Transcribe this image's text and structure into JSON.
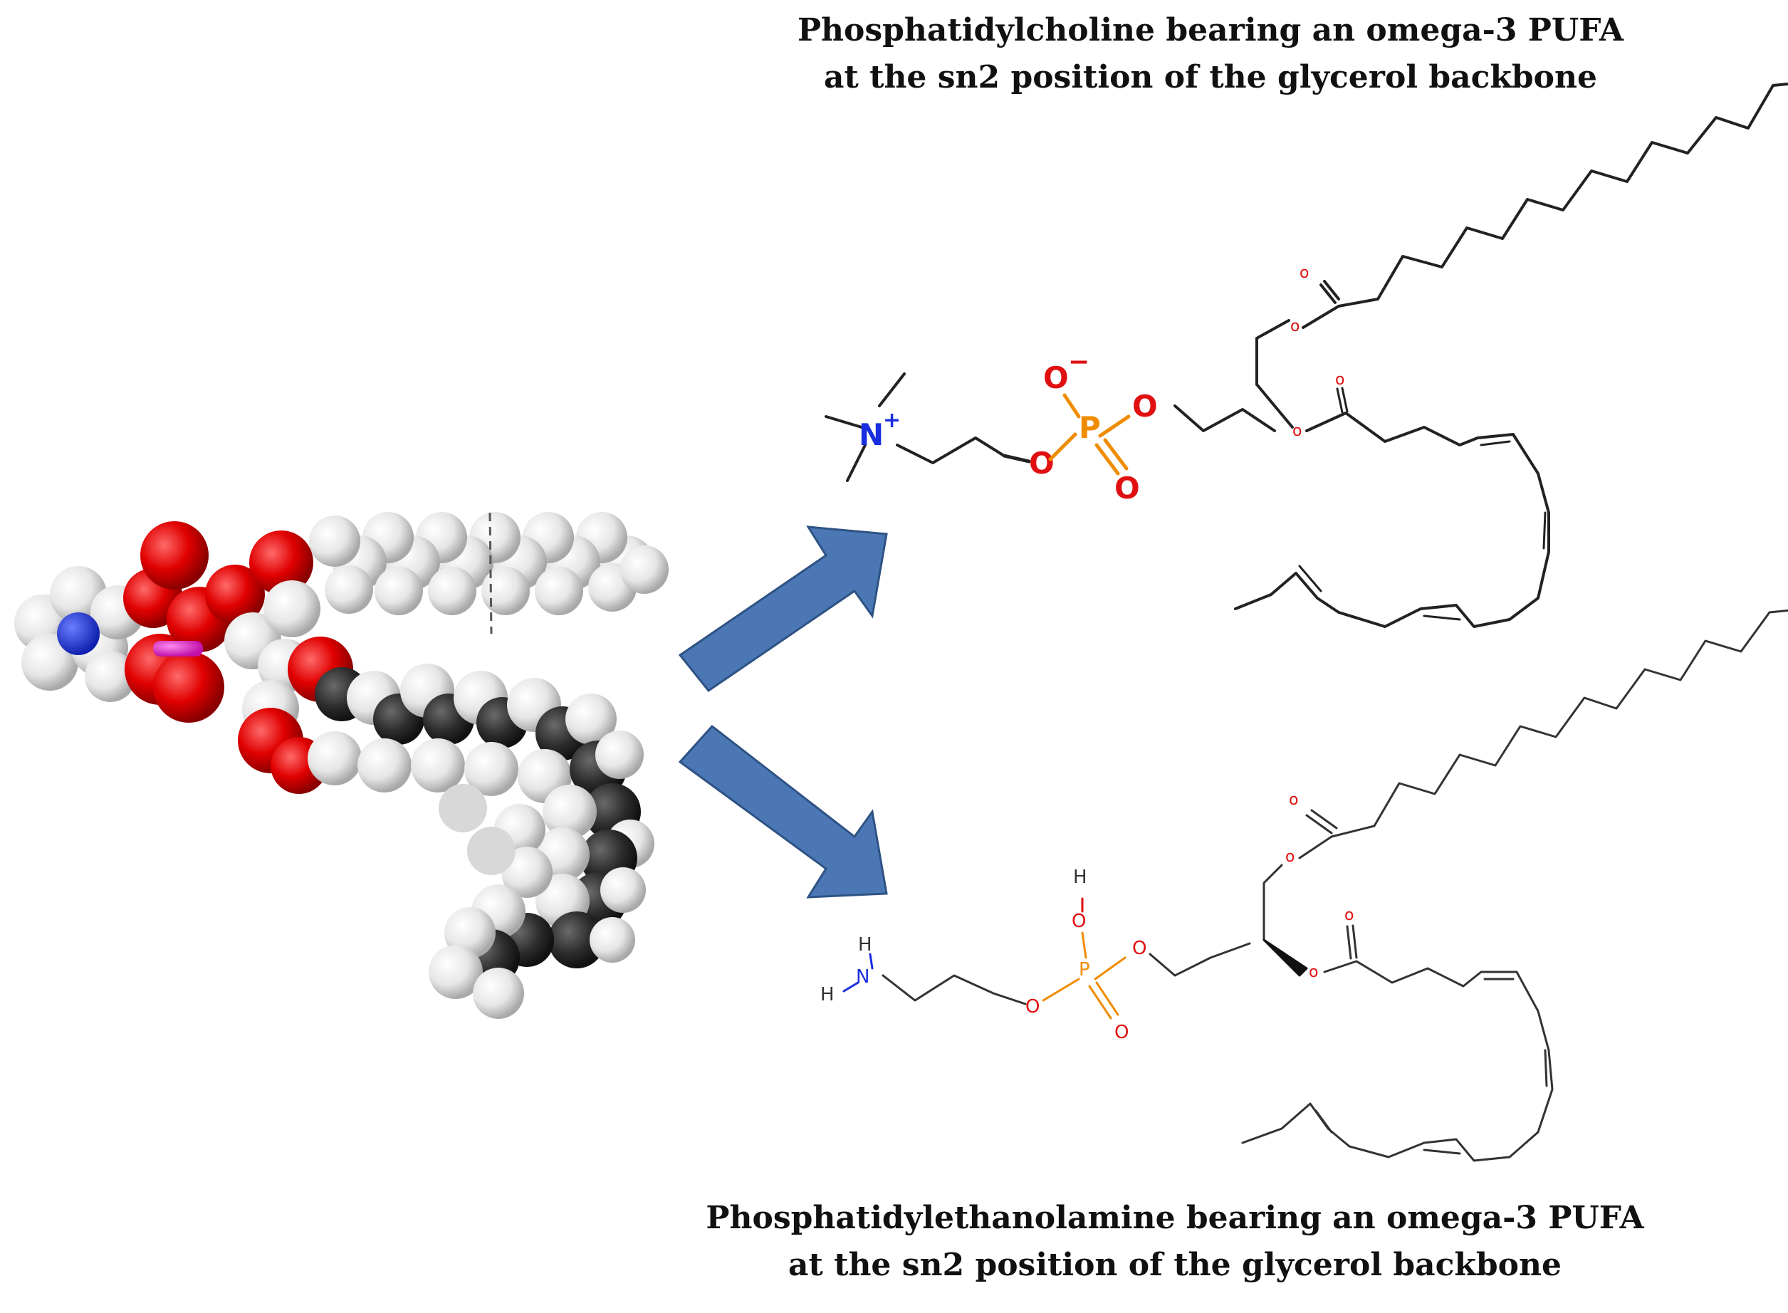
{
  "captions": {
    "top_line1": "Phosphatidylcholine  bearing an omega-3 PUFA",
    "top_line2": "at the sn2 position of the glycerol backbone",
    "bottom_line1": "Phosphatidylethanolamine  bearing an omega-3 PUFA",
    "bottom_line2": "at the sn2 position of the glycerol backbone"
  },
  "pc_labels": {
    "nitrogen": "N",
    "charge_plus": "+",
    "phosphorus": "P",
    "oxygen": "O",
    "charge_minus": "−",
    "ester_o": "o"
  },
  "pe_labels": {
    "nitrogen": "N",
    "hydrogen": "H",
    "phosphorus": "P",
    "oxygen": "O",
    "ester_o": "o"
  },
  "colors": {
    "arrow_fill": "#4b78b5",
    "arrow_stroke": "#2e5283",
    "bond": "#222222",
    "nitrogen": "#1a2ee0",
    "oxygen": "#e01010",
    "phosphorus": "#f08c00",
    "atom_carbon": "#2b2b2b",
    "atom_hydrogen": "#e8e8e8",
    "atom_oxygen": "#d40000",
    "atom_phosphorus": "#e020c8"
  }
}
